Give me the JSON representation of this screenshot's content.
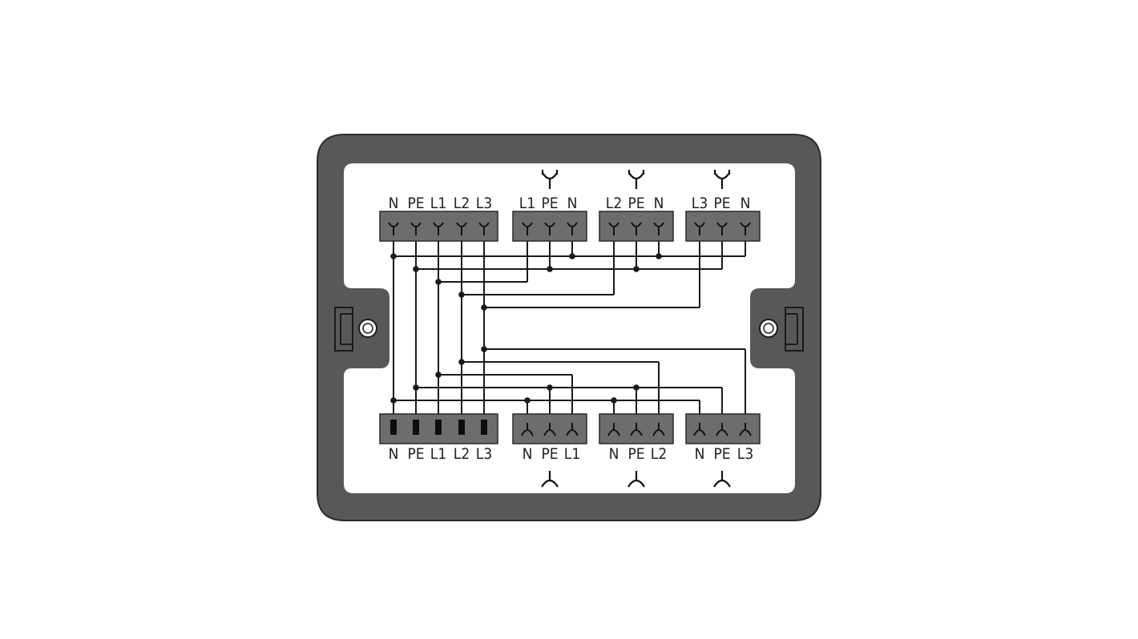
{
  "top_connectors": [
    {
      "id": "top-main",
      "terminals": [
        "N",
        "PE",
        "L1",
        "L2",
        "L3"
      ],
      "symbol": ""
    },
    {
      "id": "top-1",
      "terminals": [
        "L1",
        "PE",
        "N"
      ],
      "symbol": "socket-symbol"
    },
    {
      "id": "top-2",
      "terminals": [
        "L2",
        "PE",
        "N"
      ],
      "symbol": "socket-symbol"
    },
    {
      "id": "top-3",
      "terminals": [
        "L3",
        "PE",
        "N"
      ],
      "symbol": "socket-symbol"
    }
  ],
  "bottom_connectors": [
    {
      "id": "bot-main",
      "terminals": [
        "N",
        "PE",
        "L1",
        "L2",
        "L3"
      ],
      "symbol": ""
    },
    {
      "id": "bot-1",
      "terminals": [
        "N",
        "PE",
        "L1"
      ],
      "symbol": "plug-symbol"
    },
    {
      "id": "bot-2",
      "terminals": [
        "N",
        "PE",
        "L2"
      ],
      "symbol": "plug-symbol"
    },
    {
      "id": "bot-3",
      "terminals": [
        "N",
        "PE",
        "L3"
      ],
      "symbol": "plug-symbol"
    }
  ],
  "colors": {
    "housing": "#58585a",
    "terminal_block": "#6d6d6f",
    "wire": "#1a1a1a",
    "background": "#ffffff"
  }
}
